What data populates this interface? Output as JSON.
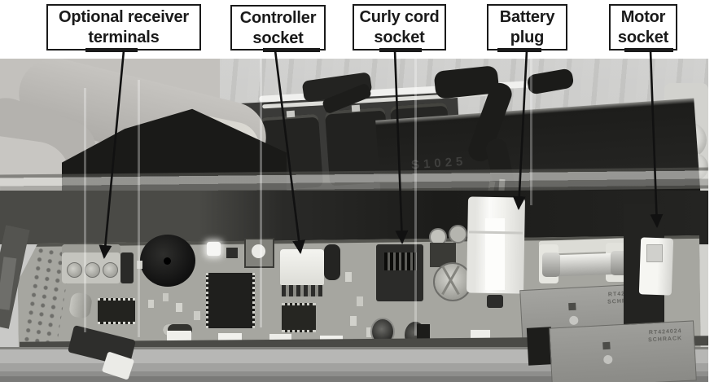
{
  "figure_type": "annotated hardware photo (installation manual callout diagram)",
  "callouts": [
    {
      "id": "optional-receiver-terminals",
      "line1": "Optional receiver",
      "line2": "terminals"
    },
    {
      "id": "controller-socket",
      "line1": "Controller",
      "line2": "socket"
    },
    {
      "id": "curly-cord-socket",
      "line1": "Curly cord",
      "line2": "socket"
    },
    {
      "id": "battery-plug",
      "line1": "Battery",
      "line2": "plug"
    },
    {
      "id": "motor-socket",
      "line1": "Motor",
      "line2": "socket"
    }
  ],
  "photo": {
    "relays": [
      {
        "line1": "RT424024",
        "line2": "SCHRACK"
      },
      {
        "line1": "RT424024",
        "line2": "SCHRACK"
      }
    ],
    "battery_pack_marking": "S1025"
  },
  "colors": {
    "label_border": "#1a1a1a",
    "label_text": "#1a1a1a",
    "arrow": "#111111",
    "photo_background": "#c9c9c7",
    "pcb": "#a6a6a0"
  }
}
